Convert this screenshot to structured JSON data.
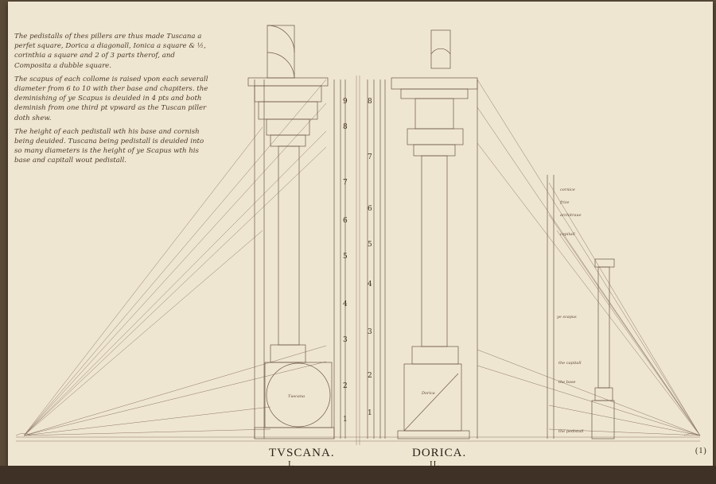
{
  "notes": [
    "The pedistalls of thes pillers are thus made Tuscana a perfet square, Dorica a diagonall, Ionica a square & ½, corinthia a square and 2 of 3 parts therof, and Composita a dubble square.",
    "The scapus of each collome is raised vpon each severall diameter from 6 to 10 with ther base and chapiters. the deminishing of ye Scapus is deuided in 4 pts and both deminish from one third pt vpward as the Tuscan piller doth shew.",
    "The height of each pedistall wth his base and cornish being deuided. Tuscana being pedistall is deuided into so many diameters is the height of ye Scapus wth his base and capitall wout pedistall."
  ],
  "captions": {
    "left": {
      "title": "TVSCANA.",
      "number": "I."
    },
    "right": {
      "title": "DORICA.",
      "number": "II."
    }
  },
  "page_mark": "(1)"
}
